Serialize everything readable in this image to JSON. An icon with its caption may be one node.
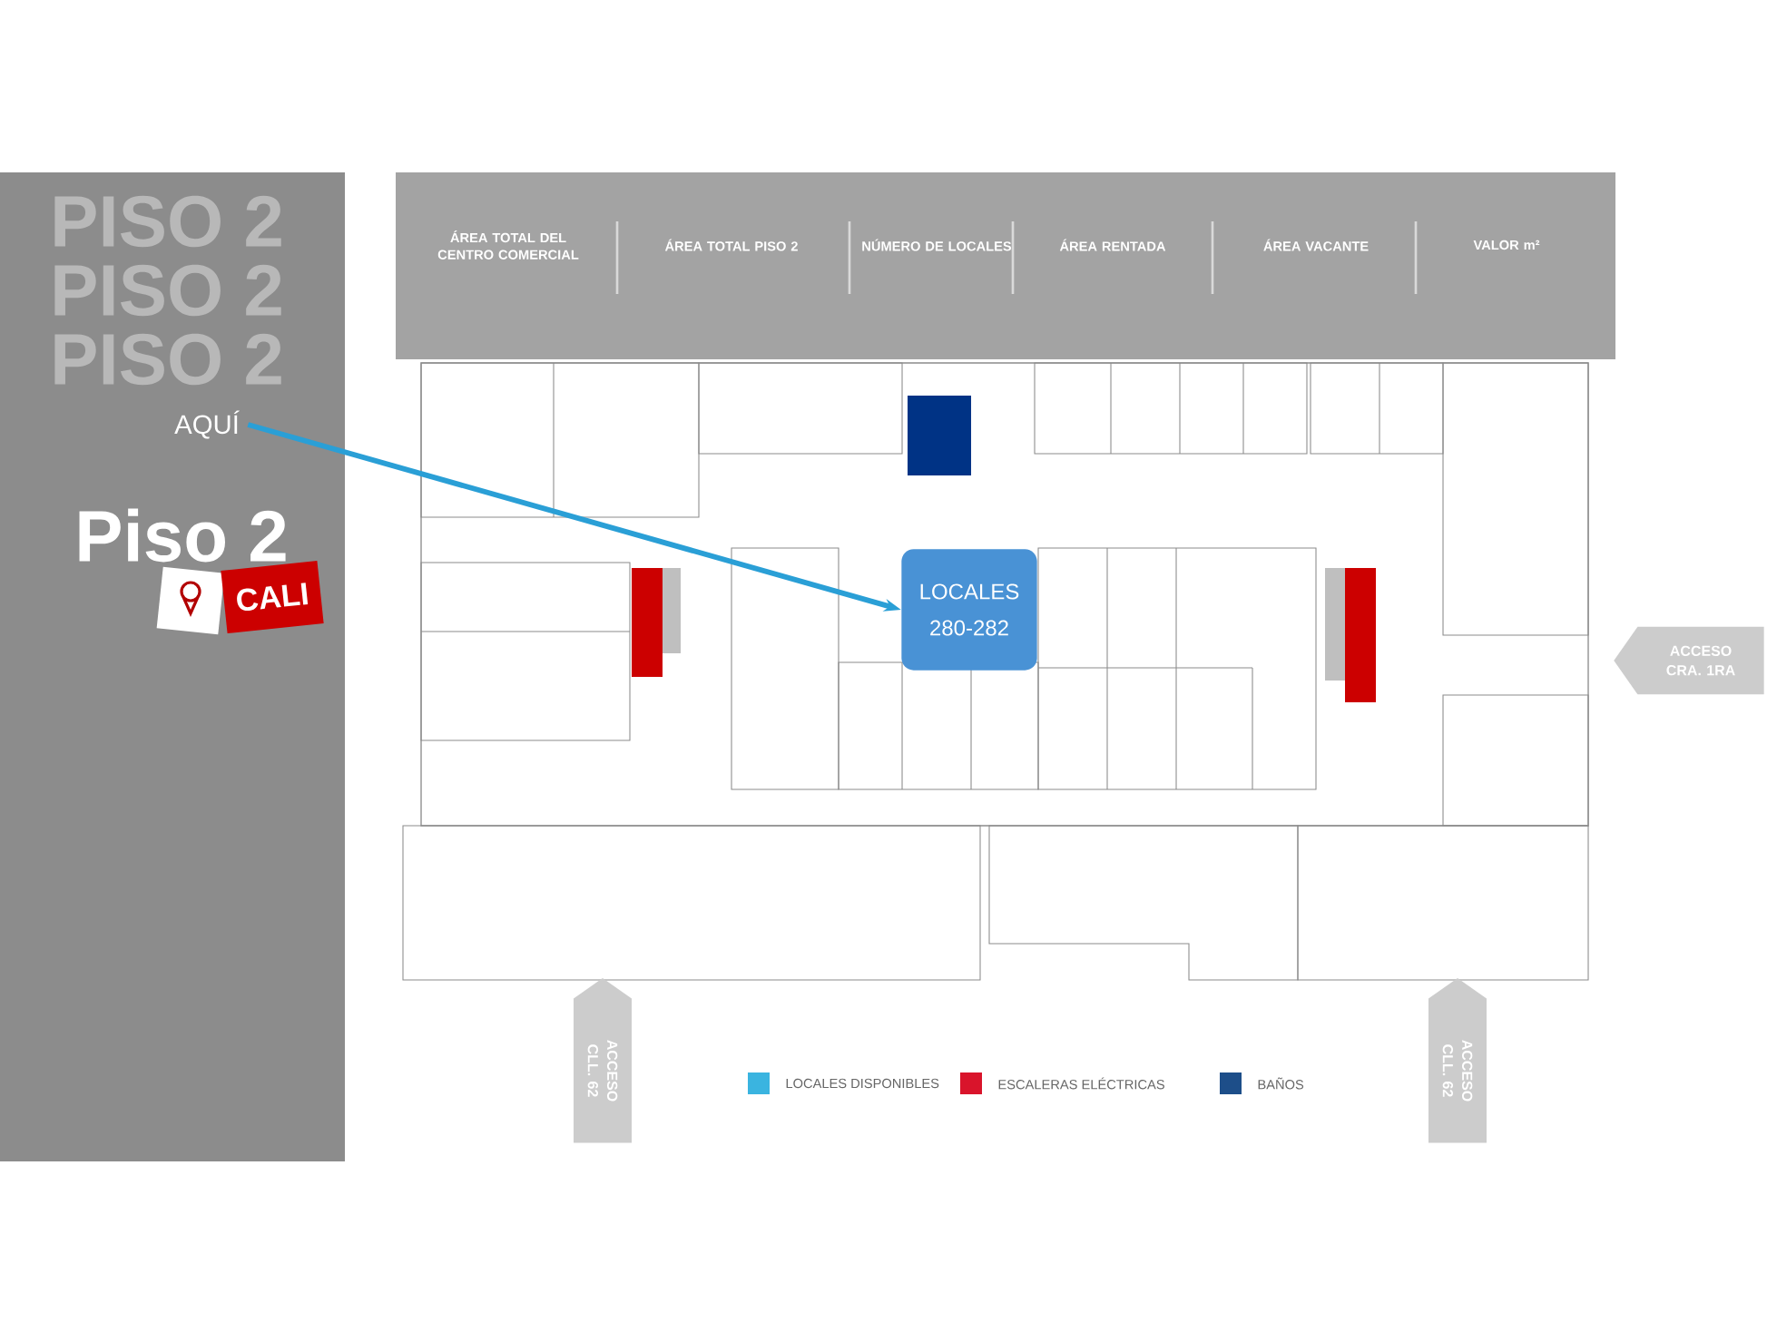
{
  "diagram": {
    "nodes": [
      {
        "text": [
          "AQUÍ"
        ]
      },
      {
        "text": [
          "LOCALES 280-282"
        ]
      },
      {
        "text": [
          "ACCESO CLL. 62"
        ]
      },
      {
        "text": [
          "ACCESO CLL. 62"
        ]
      },
      {
        "text": [
          "ACCESO CRA. 1RA"
        ]
      }
    ],
    "edges": [
      {
        "from": 0,
        "to": 1,
        "arrow": "to",
        "color": "#2a9fd6"
      }
    ],
    "labels": [
      "PISO 2",
      "PISO 2",
      "PISO 2",
      "Piso 2",
      "CALI",
      "ÁREA TOTAL DEL CENTRO COMERCIAL",
      "ÁREA TOTAL PISO 2",
      "NÚMERO DE LOCALES",
      "ÁREA RENTADA",
      "ÁREA VACANTE",
      "VALOR m²"
    ],
    "legend": [
      {
        "text": "LOCALES DISPONIBLES",
        "color": "#3ab4e0"
      },
      {
        "text": "ESCALERAS ELÉCTRICAS",
        "color": "#d9142b"
      },
      {
        "text": "BAÑOS",
        "color": "#1d4e89"
      }
    ]
  }
}
